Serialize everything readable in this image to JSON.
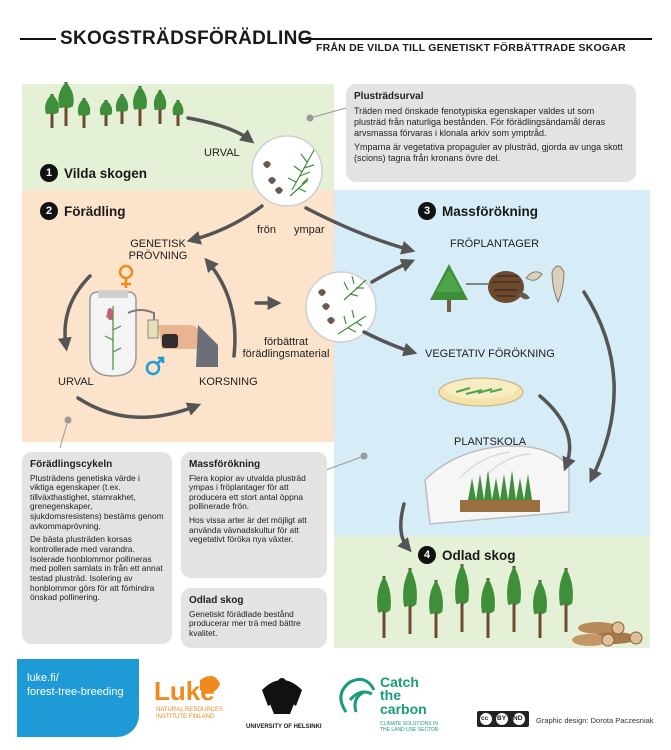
{
  "header": {
    "title": "SKOGSTRÄDSFÖRÄDLING",
    "subtitle": "FRÅN DE VILDA TILL GENETISKT FÖRBÄTTRADE SKOGAR"
  },
  "steps": {
    "s1": {
      "num": "1",
      "label": "Vilda skogen"
    },
    "s2": {
      "num": "2",
      "label": "Förädling"
    },
    "s3": {
      "num": "3",
      "label": "Massförökning"
    },
    "s4": {
      "num": "4",
      "label": "Odlad skog"
    }
  },
  "labels": {
    "urval_top": "URVAL",
    "fron": "frön",
    "ympar": "ympar",
    "genetisk": "GENETISK",
    "provning": "PRÖVNING",
    "urval_left": "URVAL",
    "korsning": "KORSNING",
    "forbattrat_1": "förbättrat",
    "forbattrat_2": "förädlingsmaterial",
    "froplantager": "FRÖPLANTAGER",
    "vegetativ": "VEGETATIV FÖRÖKNING",
    "plantskola": "PLANTSKOLA"
  },
  "boxes": {
    "plustrad": {
      "title": "Plusträdsurval",
      "p1": "Träden med önskade fenotypiska egenskaper valdes ut som plusträd från naturliga bestånden. För förädlingsändamål deras arvsmassa förvaras i klonala arkiv som ymptråd.",
      "p2": "Ymparna är vegetativa propaguler av plusträd, gjorda av unga skott (scions) tagna från kronans övre del."
    },
    "cykel": {
      "title": "Förädlingscykeln",
      "p1": "Plusträdens genetiska värde i viktiga egenskaper (t.ex. tillväxthastighet, stamrakhet, grenegenskaper, sjukdomsresistens) bestäms genom avkommaprövning.",
      "p2": "De bästa plusträden korsas kontrollerade med varandra. Isolerade honblommor pollineras med pollen samlats in från ett annat testad plusträd. Isolering av honblommor görs för att förhindra önskad pollinering."
    },
    "mass": {
      "title": "Massförökning",
      "p1": "Flera kopior av utvalda plusträd ympas i fröplantager för att producera ett stort antal öppna pollinerade frön.",
      "p2": "Hos vissa arter är det möjligt att använda vävnadskultur för att vegetativt föröka nya växter."
    },
    "odlad": {
      "title": "Odlad skog",
      "p1": "Genetiskt förädlade bestånd producerar mer trä med bättre kvalitet."
    }
  },
  "footer": {
    "link_1": "luke.fi/",
    "link_2": "forest-tree-breeding",
    "luke_name": "Luke",
    "luke_sub_1": "NATURAL RESOURCES",
    "luke_sub_2": "INSTITUTE FINLAND",
    "helsinki": "UNIVERSITY OF HELSINKI",
    "ctc_1": "Catch",
    "ctc_2": "the",
    "ctc_3": "carbon",
    "ctc_sub_1": "CLIMATE SOLUTIONS IN",
    "ctc_sub_2": "THE LAND USE SECTOR",
    "cc": "cc",
    "by": "BY",
    "nd": "ND",
    "credit": "Graphic design: Dorota Paczesniak"
  },
  "colors": {
    "green_zone": "#e4f1d6",
    "orange_zone": "#fce3cb",
    "blue_zone": "#d6ecf7",
    "tree": "#3f8f3a",
    "arrow": "#555555",
    "luke_orange": "#f08a1c",
    "ctc_green": "#1a9c7a",
    "link_blue": "#1e9bd7"
  }
}
